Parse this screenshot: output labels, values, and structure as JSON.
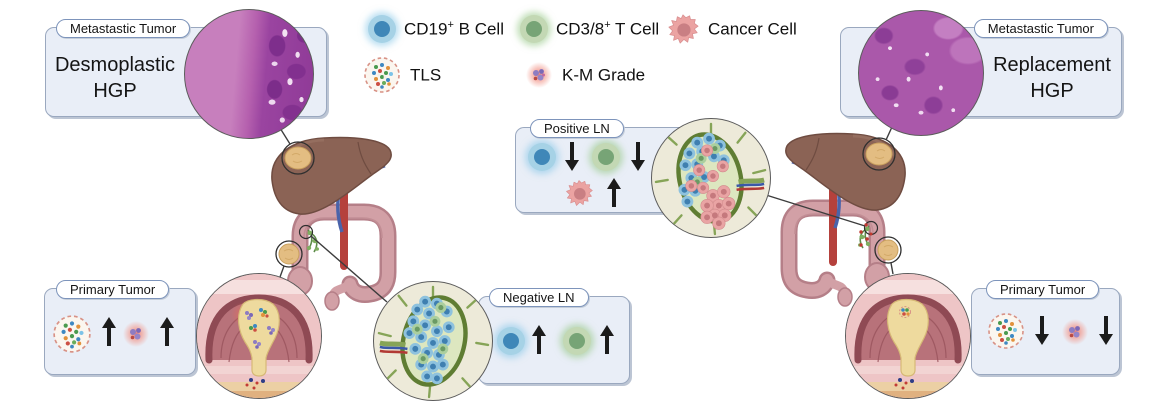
{
  "figure": {
    "legend": {
      "items": [
        {
          "icon": "b-cell-icon",
          "prefix": "CD19",
          "sup": "+",
          "suffix": " B Cell"
        },
        {
          "icon": "t-cell-icon",
          "prefix": "CD3/8",
          "sup": "+",
          "suffix": " T Cell"
        },
        {
          "icon": "cancer-cell-icon",
          "prefix": "Cancer Cell",
          "sup": "",
          "suffix": ""
        },
        {
          "icon": "tls-icon",
          "prefix": "TLS",
          "sup": "",
          "suffix": ""
        },
        {
          "icon": "km-grade-icon",
          "prefix": "K-M Grade",
          "sup": "",
          "suffix": ""
        }
      ]
    },
    "panels": {
      "desmoplastic": {
        "tag": "Metastastic Tumor",
        "title_line1": "Desmoplastic",
        "title_line2": "HGP"
      },
      "replacement": {
        "tag": "Metastastic Tumor",
        "title_line1": "Replacement",
        "title_line2": "HGP"
      },
      "positive_ln": {
        "tag": "Positive LN",
        "items": [
          {
            "icon": "b-cell-icon",
            "direction": "down"
          },
          {
            "icon": "t-cell-icon",
            "direction": "down"
          },
          {
            "icon": "cancer-cell-icon",
            "direction": "up"
          }
        ]
      },
      "negative_ln": {
        "tag": "Negative LN",
        "items": [
          {
            "icon": "b-cell-icon",
            "direction": "up"
          },
          {
            "icon": "t-cell-icon",
            "direction": "up"
          }
        ]
      },
      "primary_tumor_left": {
        "tag": "Primary Tumor",
        "items": [
          {
            "icon": "tls-icon",
            "direction": "up"
          },
          {
            "icon": "km-grade-icon",
            "direction": "up"
          }
        ]
      },
      "primary_tumor_right": {
        "tag": "Primary Tumor",
        "items": [
          {
            "icon": "tls-icon",
            "direction": "down"
          },
          {
            "icon": "km-grade-icon",
            "direction": "down"
          }
        ]
      }
    },
    "colors": {
      "panel_bg": "#e9eef7",
      "panel_border": "#9aa8bf",
      "pill_bg": "#ffffff",
      "pill_border": "#7d94bb",
      "b_cell": "#3f87b8",
      "t_cell": "#77a476",
      "cancer_cell": "#eba3a2",
      "tls_ring": "#d89286",
      "km_glow": "#f27562",
      "arrow": "#1b1b1b",
      "liver": "#8b6355",
      "colon": "#d2a0a6",
      "tumor": "#e3bd82",
      "histology_purple": "#a94fa5",
      "ln_capsule": "#5f7d33"
    }
  }
}
